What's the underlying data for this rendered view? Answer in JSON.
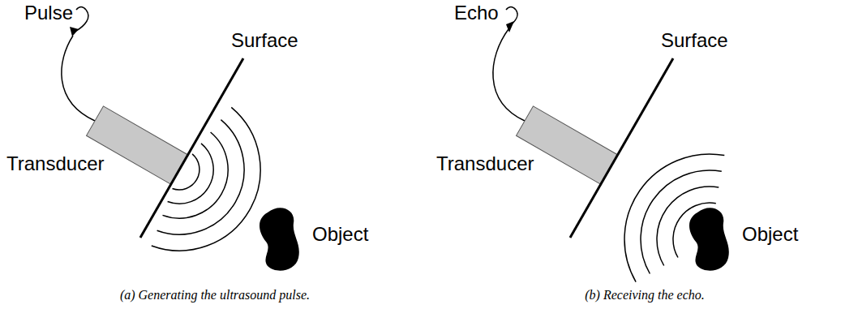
{
  "diagram": {
    "labels": [
      "Pulse",
      "Surface",
      "Transducer",
      "Object",
      "(a) Generating the ultrasound pulse.",
      "Echo",
      "Surface",
      "Transducer",
      "Object",
      "(b) Receiving the echo."
    ]
  }
}
